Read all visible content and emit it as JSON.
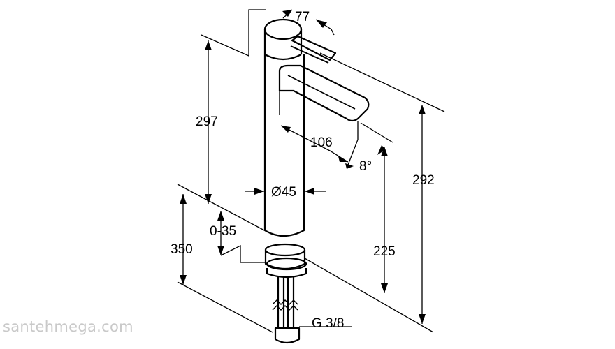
{
  "dimensions": {
    "handle_width": "77",
    "spout_height": "297",
    "spout_projection": "106",
    "spout_angle": "8°",
    "total_height_right": "292",
    "body_diameter": "Ø45",
    "worktop_thickness": "0-35",
    "hose_length": "350",
    "outlet_height": "225",
    "connection_thread": "G 3/8"
  },
  "watermark": "santehmega.com"
}
